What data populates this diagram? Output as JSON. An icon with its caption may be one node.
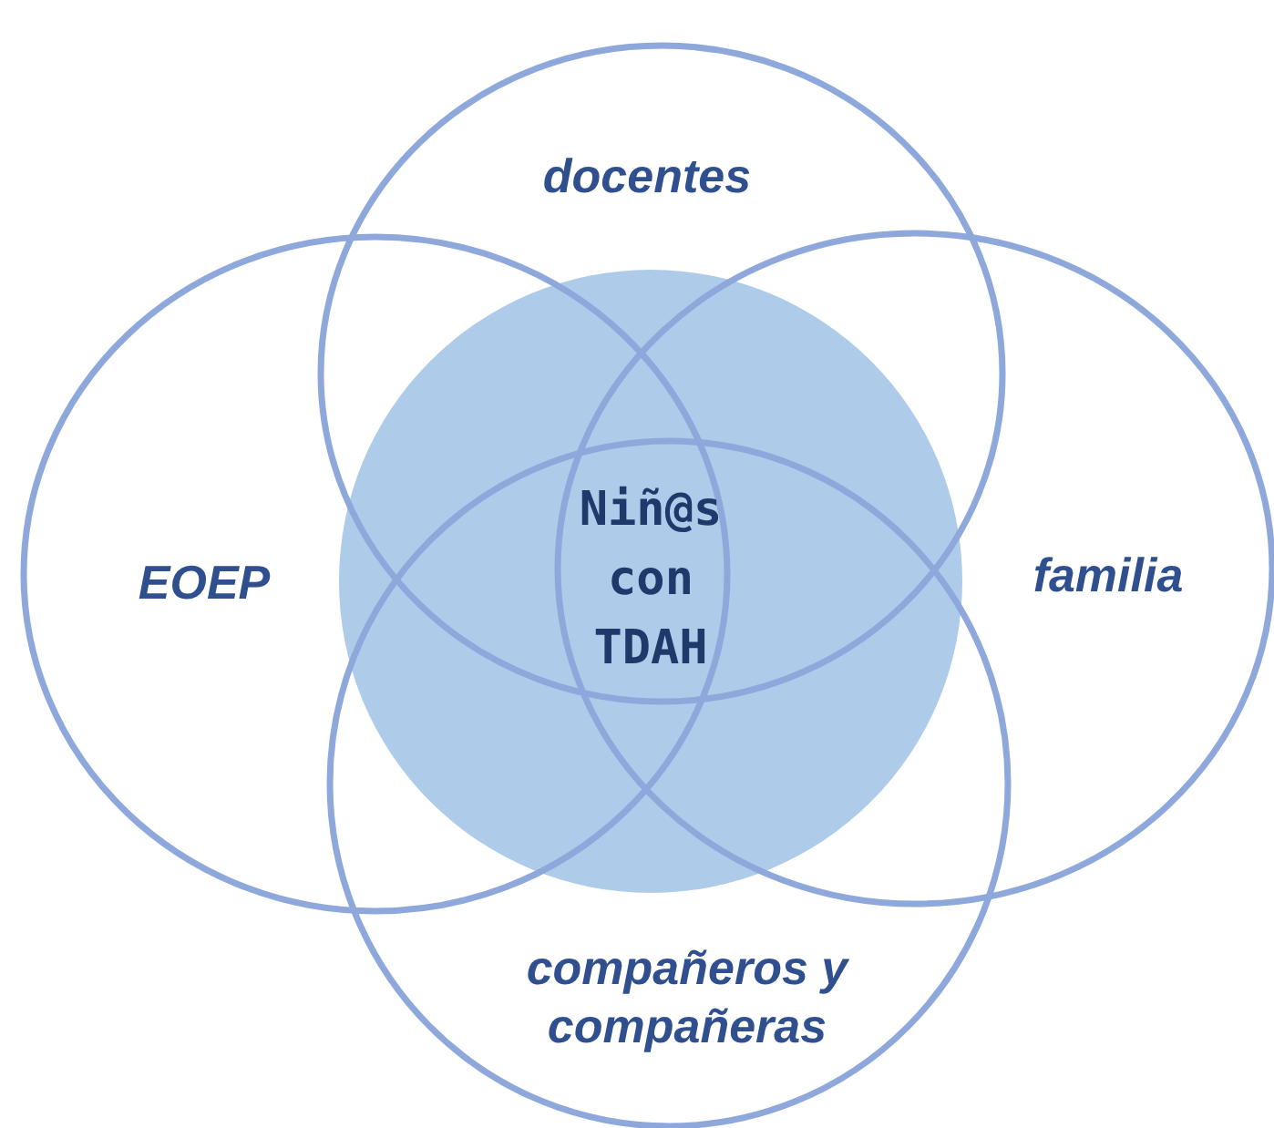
{
  "diagram": {
    "nodes": [
      {
        "text": [
          "Niñ@s con TDAH"
        ]
      },
      {
        "text": [
          "docentes"
        ]
      },
      {
        "text": [
          "EOEP"
        ]
      },
      {
        "text": [
          "familia"
        ]
      },
      {
        "text": [
          "compañeros y compañeras"
        ]
      }
    ],
    "edges": []
  }
}
